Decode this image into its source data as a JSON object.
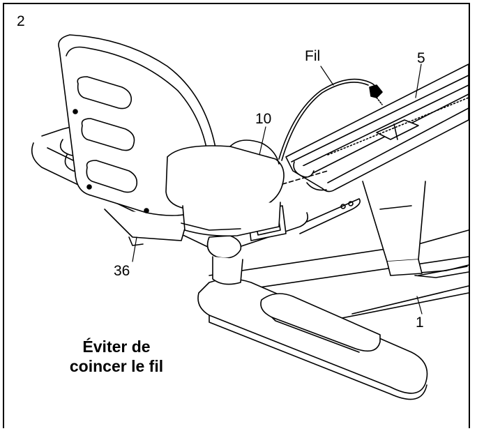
{
  "step_number": "2",
  "callouts": {
    "wire": "Fil",
    "part_5": "5",
    "part_10": "10",
    "part_36": "36",
    "part_1": "1"
  },
  "warning": {
    "line1": "Éviter de",
    "line2": "coincer le fil"
  }
}
